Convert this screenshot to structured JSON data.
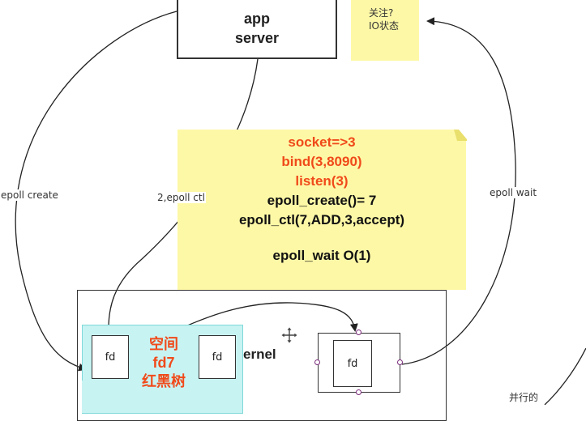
{
  "app_server": {
    "line1": "app",
    "line2": "server"
  },
  "sticky_small": {
    "line1": "关注?",
    "line2": "IO状态"
  },
  "sticky_note": {
    "lines": [
      "socket=>3",
      "bind(3,8090)",
      "listen(3)",
      "epoll_create()= 7",
      "epoll_ctl(7,ADD,3,accept)",
      "epoll_wait  O(1)"
    ],
    "red_color": "#f04a1a",
    "note_color": "#fdf8a6"
  },
  "edge_labels": {
    "epoll_create": "epoll  create",
    "epoll_ctl": "2,epoll  ctl",
    "epoll_wait": "epoll  wait"
  },
  "kernel": {
    "label": "ernel"
  },
  "fd_label": "fd",
  "rbtree": {
    "line1": "空间",
    "line2": "fd7",
    "line3": "红黑树"
  },
  "bottom_text": "并行的",
  "colors": {
    "region": "#c8f3f3",
    "handle": "#7a2c7a"
  },
  "icons": [
    "move-cursor-icon"
  ]
}
